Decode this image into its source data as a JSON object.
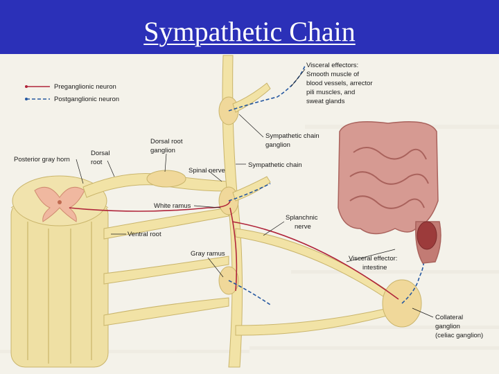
{
  "title": "Sympathetic Chain",
  "legend": {
    "preganglionic": "Preganglionic neuron",
    "postganglionic": "Postganglionic neuron"
  },
  "labels": {
    "posterior_gray_horn": "Posterior gray horn",
    "dorsal_root_1": "Dorsal",
    "dorsal_root_2": "root",
    "dorsal_root_ganglion_1": "Dorsal root",
    "dorsal_root_ganglion_2": "ganglion",
    "spinal_nerve": "Spinal nerve",
    "white_ramus": "White ramus",
    "ventral_root": "Ventral root",
    "gray_ramus": "Gray ramus",
    "visceral_effectors_1": "Visceral effectors:",
    "visceral_effectors_2": "Smooth muscle of",
    "visceral_effectors_3": "blood vessels, arrector",
    "visceral_effectors_4": "pili muscles, and",
    "visceral_effectors_5": "sweat glands",
    "sympathetic_chain_ganglion_1": "Sympathetic chain",
    "sympathetic_chain_ganglion_2": "ganglion",
    "sympathetic_chain": "Sympathetic chain",
    "splanchnic_nerve_1": "Splanchnic",
    "splanchnic_nerve_2": "nerve",
    "visceral_effector_intestine_1": "Visceral effector:",
    "visceral_effector_intestine_2": "intestine",
    "collateral_ganglion_1": "Collateral",
    "collateral_ganglion_2": "ganglion",
    "collateral_ganglion_3": "(celiac ganglion)"
  },
  "colors": {
    "title_bar": "#2b30b8",
    "preganglionic": "#b0243a",
    "postganglionic": "#2457a0",
    "nerve": "#f2e3a6",
    "intestine": "#c98a8a"
  }
}
